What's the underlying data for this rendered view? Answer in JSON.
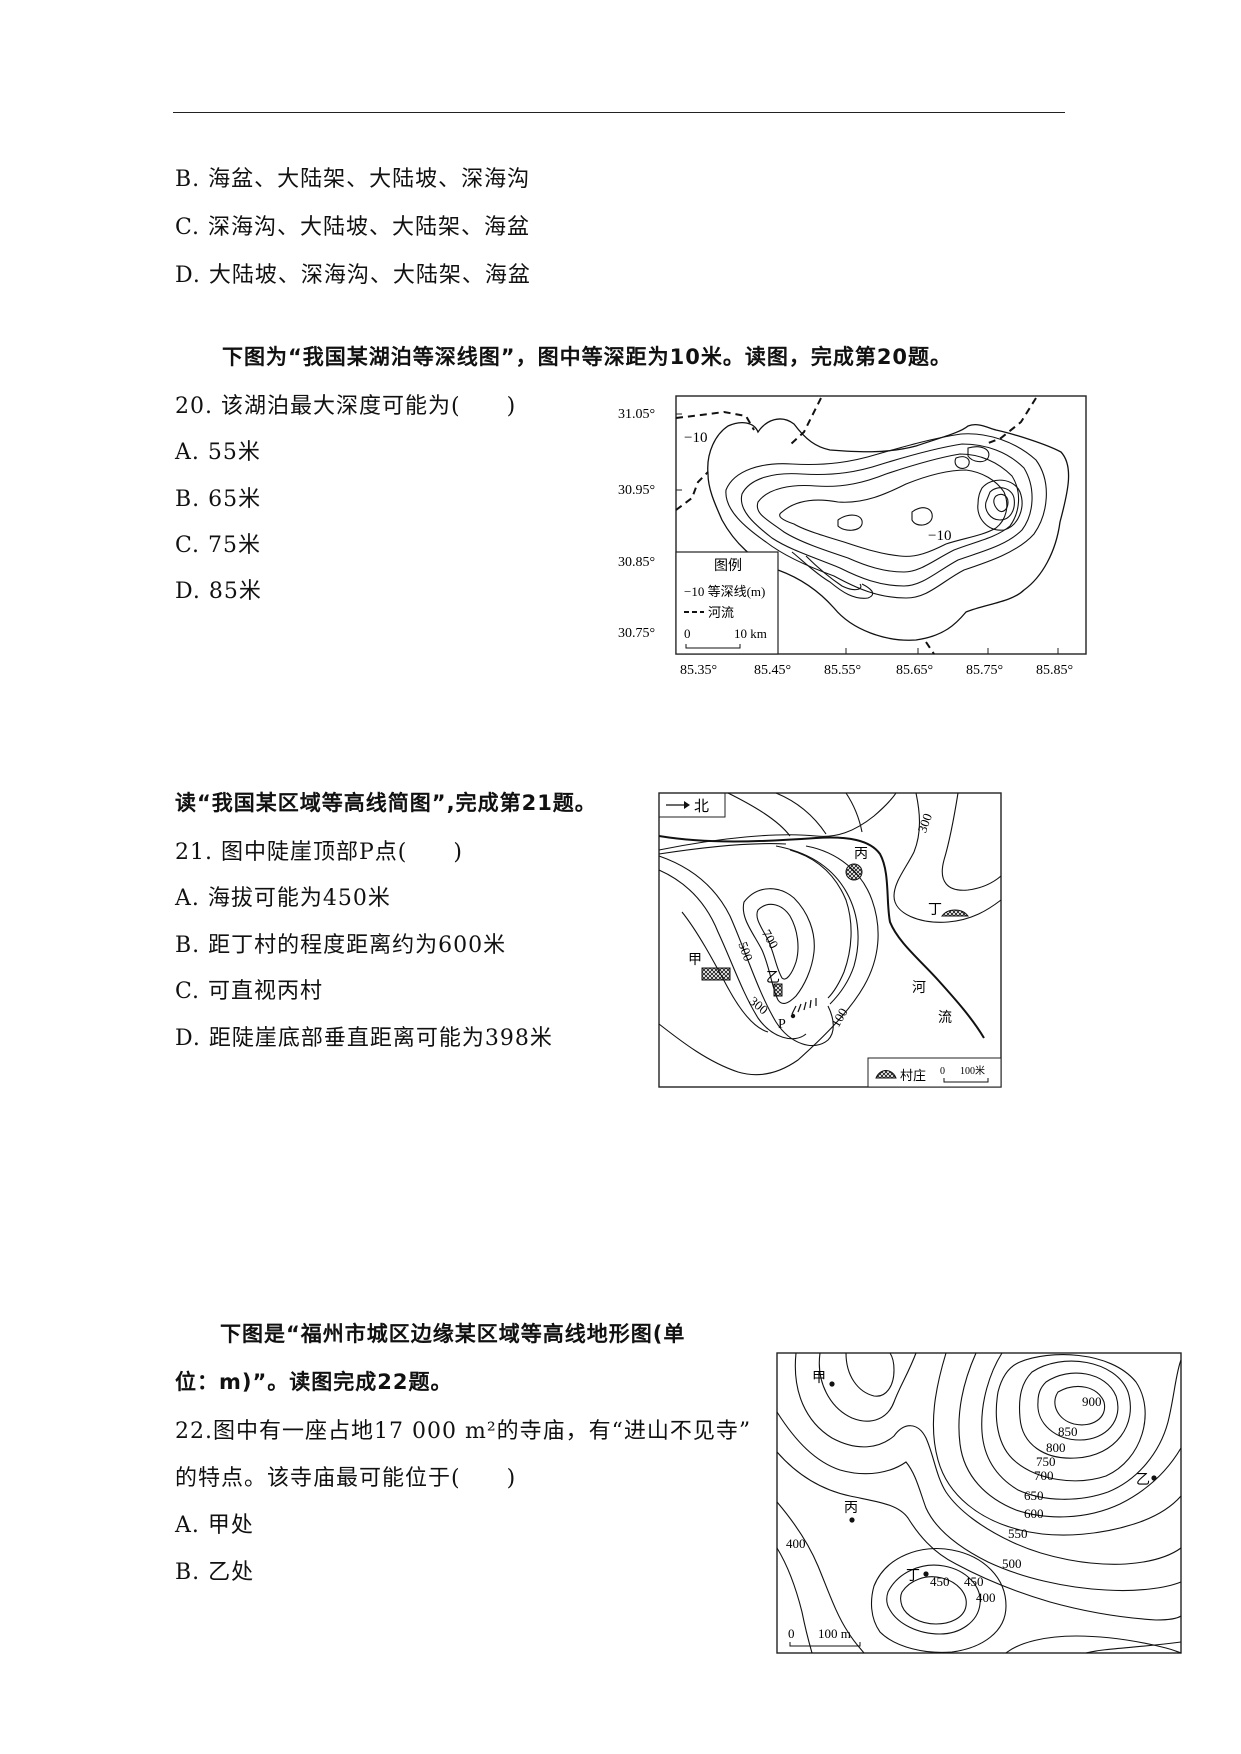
{
  "options_prev": {
    "b": "B. 海盆、大陆架、大陆坡、深海沟",
    "c": "C. 深海沟、大陆坡、大陆架、海盆",
    "d": "D. 大陆坡、深海沟、大陆架、海盆"
  },
  "q20": {
    "intro": "下图为“我国某湖泊等深线图”，图中等深距为10米。读图，完成第20题。",
    "stem": "20. 该湖泊最大深度可能为(　　)",
    "options": [
      "A. 55米",
      "B. 65米",
      "C. 75米",
      "D. 85米"
    ],
    "map": {
      "lat_labels": [
        "31.05°",
        "30.95°",
        "30.85°",
        "30.75°"
      ],
      "lon_labels": [
        "85.35°",
        "85.45°",
        "85.55°",
        "85.65°",
        "85.75°",
        "85.85°"
      ],
      "contour_labels": [
        "−10",
        "−10"
      ],
      "legend_title": "图例",
      "legend_isobath": "−10 等深线(m)",
      "legend_river": "河流",
      "scale_zero": "0",
      "scale_label": "10 km"
    }
  },
  "q21": {
    "intro": "读“我国某区域等高线简图”,完成第21题。",
    "stem": "21. 图中陡崖顶部P点(　　)",
    "options": [
      "A. 海拔可能为450米",
      "B. 距丁村的程度距离约为600米",
      "C. 可直视丙村",
      "D. 距陡崖底部垂直距离可能为398米"
    ],
    "map": {
      "north_label": "北",
      "contour_labels": [
        "300",
        "700",
        "500",
        "300",
        "100"
      ],
      "places": [
        "丙",
        "丁",
        "甲",
        "乙",
        "P"
      ],
      "river_label_1": "河",
      "river_label_2": "流",
      "legend_village": "村庄",
      "scale_zero": "0",
      "scale_label": "100米"
    }
  },
  "q22": {
    "intro_line1": "下图是“福州市城区边缘某区域等高线地形图(单",
    "intro_line2": "位：m)”。读图完成22题。",
    "stem_line1": "22.图中有一座占地17 000 m²的寺庙，有“进山不见寺”",
    "stem_line2": "的特点。该寺庙最可能位于(　　)",
    "options": [
      "A. 甲处",
      "B. 乙处"
    ],
    "map": {
      "contour_labels": [
        "900",
        "850",
        "800",
        "750",
        "700",
        "650",
        "600",
        "550",
        "500",
        "450",
        "450",
        "400",
        "400"
      ],
      "places": [
        "甲",
        "乙",
        "丙",
        "丁"
      ],
      "scale_zero": "0",
      "scale_label": "100 m"
    }
  }
}
